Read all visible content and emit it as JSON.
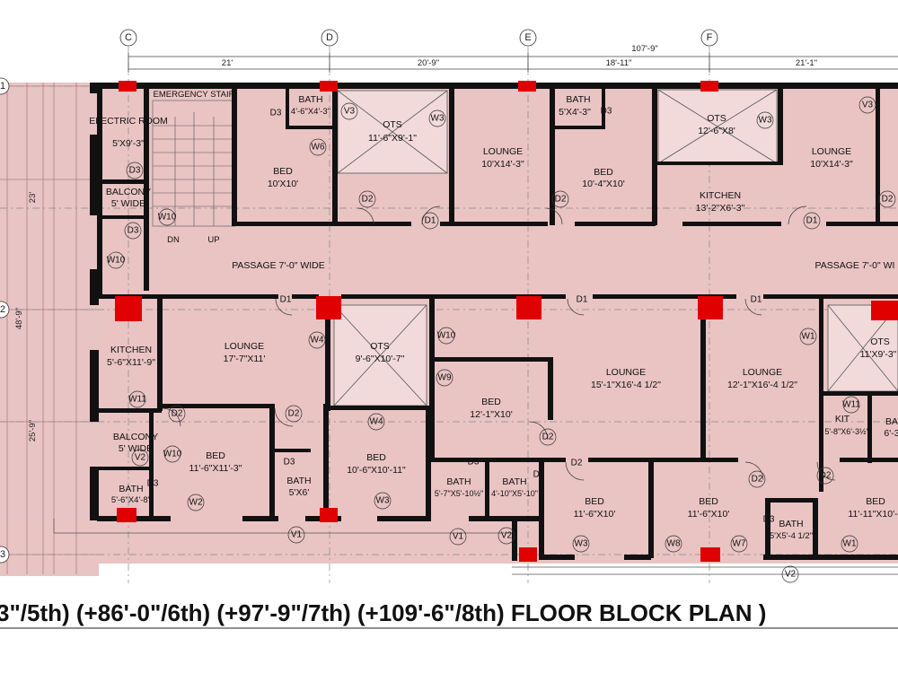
{
  "grid": {
    "columns": [
      "C",
      "D",
      "E",
      "F"
    ],
    "rows": [
      "1",
      "2",
      "3"
    ],
    "dims": [
      "21'",
      "20'-9\"",
      "18'-11\"",
      "21'-1\"",
      "107'-9\"",
      "23'",
      "48'-9\"",
      "25'-9\""
    ]
  },
  "rooms": {
    "r01": {
      "name": "EMERGENCY STAIR",
      "size": ""
    },
    "r02": {
      "name": "ELECTRIC ROOM",
      "size": "5'X9'-3\""
    },
    "r03": {
      "name": "BALCONY",
      "size": "5' WIDE"
    },
    "r04": {
      "name": "BATH",
      "size": "4'-6\"X4'-3\""
    },
    "r05": {
      "name": "BED",
      "size": "10'X10'"
    },
    "r06": {
      "name": "OTS",
      "size": "11'-6\"X9'-1\""
    },
    "r07": {
      "name": "LOUNGE",
      "size": "10'X14'-3\""
    },
    "r08": {
      "name": "BATH",
      "size": "5'X4'-3\""
    },
    "r09": {
      "name": "BED",
      "size": "10'-4\"X10'"
    },
    "r10": {
      "name": "OTS",
      "size": "12'-6\"X8'"
    },
    "r11": {
      "name": "KITCHEN",
      "size": "13'-2\"X6'-3\""
    },
    "r12": {
      "name": "LOUNGE",
      "size": "10'X14'-3\""
    },
    "r13": {
      "name": "PASSAGE 7'-0\" WIDE",
      "size": ""
    },
    "r14": {
      "name": "PASSAGE 7'-0\" WI",
      "size": ""
    },
    "r15": {
      "name": "KITCHEN",
      "size": "5'-6\"X11'-9\""
    },
    "r16": {
      "name": "LOUNGE",
      "size": "17'-7\"X11'"
    },
    "r17": {
      "name": "OTS",
      "size": "9'-6\"X10'-7\""
    },
    "r18": {
      "name": "BALCONY",
      "size": "5' WIDE"
    },
    "r19": {
      "name": "BED",
      "size": "11'-6\"X11'-3\""
    },
    "r20": {
      "name": "BATH",
      "size": "5'-6\"X4'-8\""
    },
    "r21": {
      "name": "BATH",
      "size": "5'X6'"
    },
    "r22": {
      "name": "BED",
      "size": "10'-6\"X10'-11\""
    },
    "r23": {
      "name": "BED",
      "size": "12'-1\"X10'"
    },
    "r24": {
      "name": "LOUNGE",
      "size": "15'-1\"X16'-4 1/2\""
    },
    "r25": {
      "name": "BATH",
      "size": "5'-7\"X5'-10½\""
    },
    "r26": {
      "name": "BATH",
      "size": "4'-10\"X5'-10\""
    },
    "r27": {
      "name": "BED",
      "size": "11'-6\"X10'"
    },
    "r28": {
      "name": "LOUNGE",
      "size": "12'-1\"X16'-4 1/2\""
    },
    "r29": {
      "name": "BED",
      "size": "11'-6\"X10'"
    },
    "r30": {
      "name": "KIT",
      "size": "5'-8\"X6'-3½\""
    },
    "r31": {
      "name": "OTS",
      "size": "11'X9'-3\""
    },
    "r32": {
      "name": "BATH",
      "size": "5'X5'-4 1/2\""
    },
    "r33": {
      "name": "BED",
      "size": "11'-11\"X10'-"
    },
    "r34": {
      "name": "BA",
      "size": "6'-3"
    }
  },
  "tags": {
    "doors": [
      "D1",
      "D2",
      "D3"
    ],
    "windows": [
      "W1",
      "W2",
      "W3",
      "W4",
      "W6",
      "W8",
      "W7",
      "W9",
      "W10",
      "W11"
    ],
    "ventilators": [
      "V1",
      "V2",
      "V3"
    ]
  },
  "stair": {
    "dn": "DN",
    "up": "UP"
  },
  "title": "3\"/5th)  (+86'-0\"/6th)  (+97'-9\"/7th)  (+109'-6\"/8th) FLOOR BLOCK PLAN )"
}
